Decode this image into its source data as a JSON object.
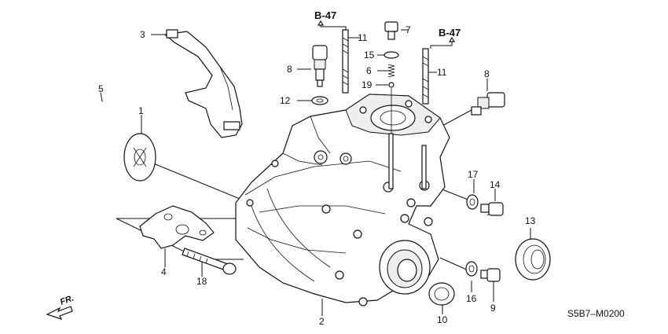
{
  "diagram_code": "S5B7–M0200",
  "direction": "FR.",
  "refs": {
    "left": "B-47",
    "right": "B-47"
  },
  "callouts": {
    "c1": "1",
    "c2": "2",
    "c3": "3",
    "c4": "4",
    "c5": "5",
    "c6": "6",
    "c7": "7",
    "c8a": "8",
    "c8b": "8",
    "c9": "9",
    "c10": "10",
    "c11a": "11",
    "c11b": "11",
    "c12": "12",
    "c13": "13",
    "c14": "14",
    "c15": "15",
    "c16": "16",
    "c17": "17",
    "c18": "18",
    "c19": "19"
  }
}
